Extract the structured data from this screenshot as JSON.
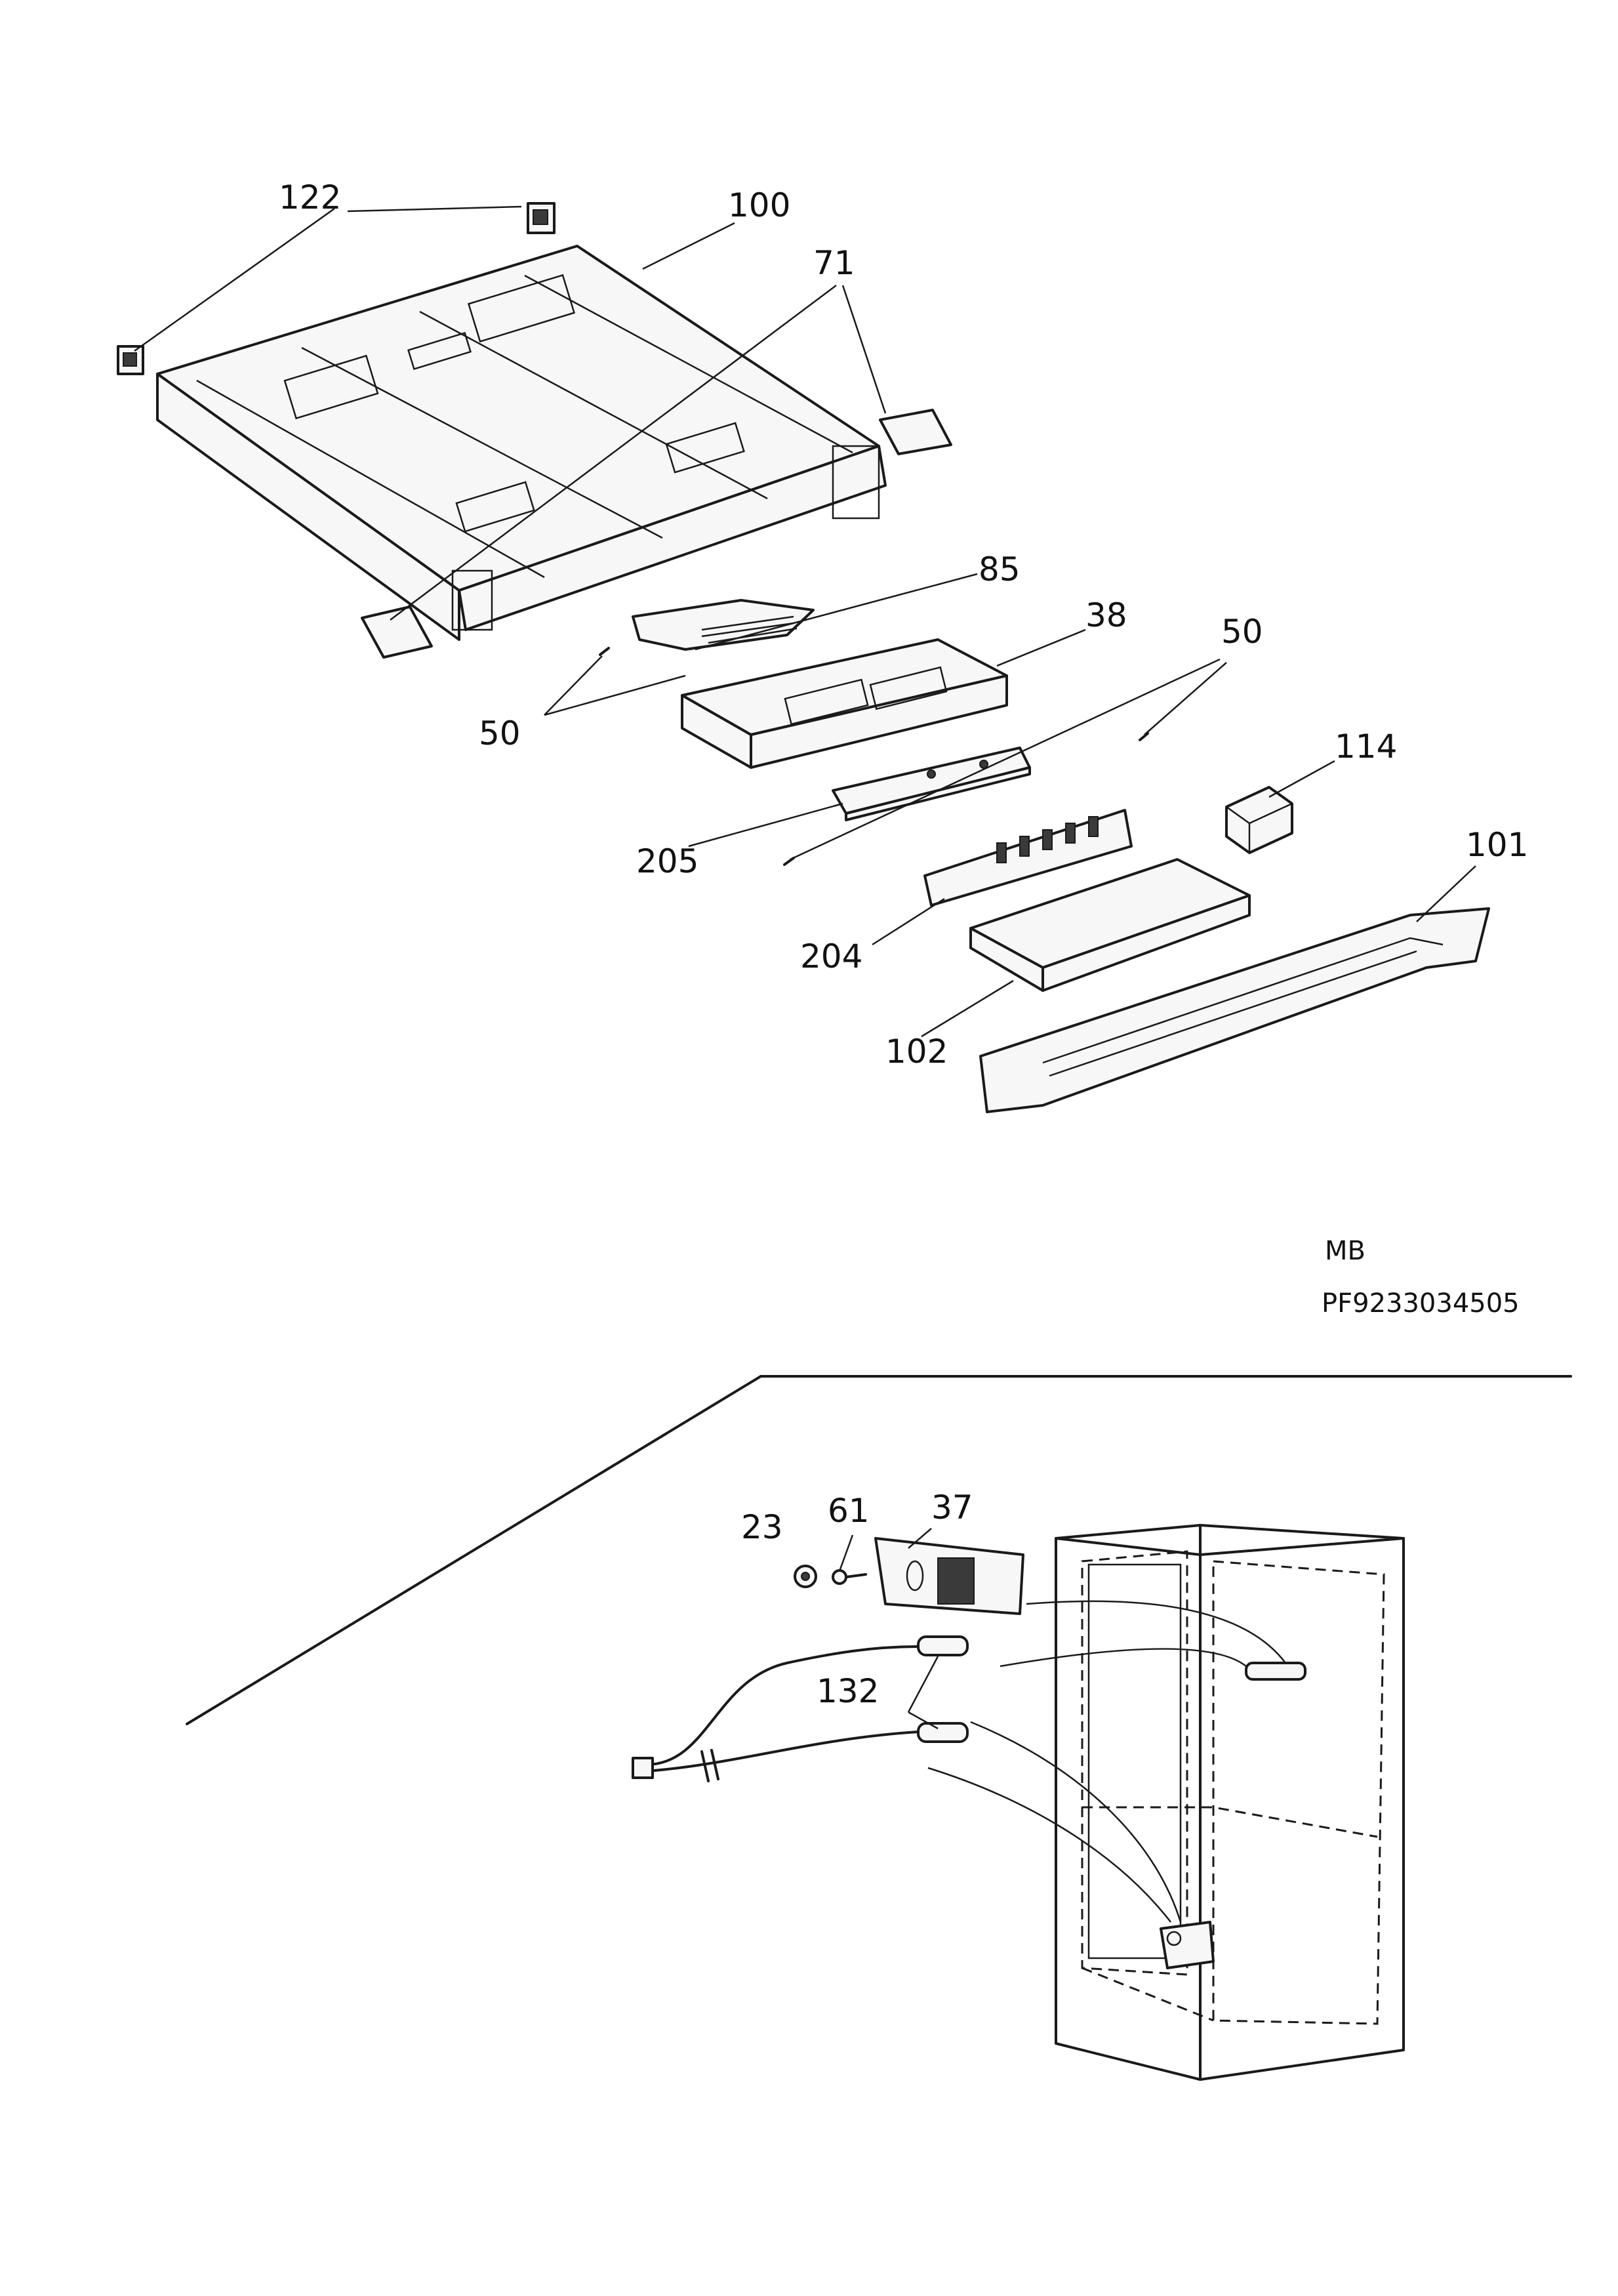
{
  "document": {
    "model_label": "MB",
    "part_number": "PF9233034505"
  },
  "callouts": {
    "c122": "122",
    "c100": "100",
    "c71": "71",
    "c85": "85",
    "c38": "38",
    "c50a": "50",
    "c50b": "50",
    "c114": "114",
    "c205": "205",
    "c101": "101",
    "c204": "204",
    "c102": "102",
    "c23": "23",
    "c61": "61",
    "c37": "37",
    "c132": "132"
  }
}
